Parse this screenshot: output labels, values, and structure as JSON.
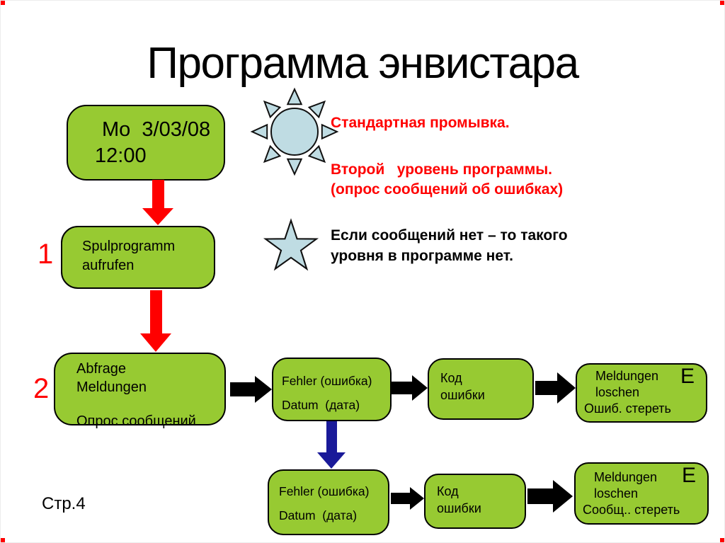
{
  "slide": {
    "title": "Программа энвистара",
    "page_label": "Стр.4"
  },
  "colors": {
    "box_fill": "#97CA32",
    "accent_red": "#FF0000",
    "arrow_blue": "#1A1A99",
    "arrow_black": "#000000",
    "icon_fill": "#BFDCE3",
    "icon_stroke": "#111111"
  },
  "flow": {
    "step1_label": "1",
    "step2_label": "2",
    "box_start": {
      "line1": "Mo  3/03/08",
      "line2": "12:00"
    },
    "box_spul": {
      "line1": "Spulprogramm",
      "line2": "aufrufen"
    },
    "box_abfrage": {
      "line1": "Abfrage",
      "line2": "Meldungen",
      "line3": "Опрос сообщений"
    },
    "row2": {
      "fehler": {
        "line1": "Fehler (ошибка)",
        "line2": "Datum  (дата)"
      },
      "kod": {
        "line1": "Код",
        "line2": "ошибки"
      },
      "meld": {
        "line1": "Meldungen",
        "line2": "loschen",
        "line3": "Ошиб. стереть",
        "e": "E"
      }
    },
    "row3": {
      "fehler": {
        "line1": "Fehler (ошибка)",
        "line2": "Datum  (дата)"
      },
      "kod": {
        "line1": "Код",
        "line2": "ошибки"
      },
      "meld": {
        "line1": "Meldungen",
        "line2": "loschen",
        "line3": "Сообщ.. стереть",
        "e": "E"
      }
    }
  },
  "annotations": {
    "sun_note_1": "Стандартная промывка.",
    "sun_note_2_line1": "Второй   уровень программы.",
    "sun_note_2_line2": "(опрос сообщений об ошибках)",
    "star_note_line1": "Если сообщений нет – то такого",
    "star_note_line2": "уровня в программе нет."
  }
}
